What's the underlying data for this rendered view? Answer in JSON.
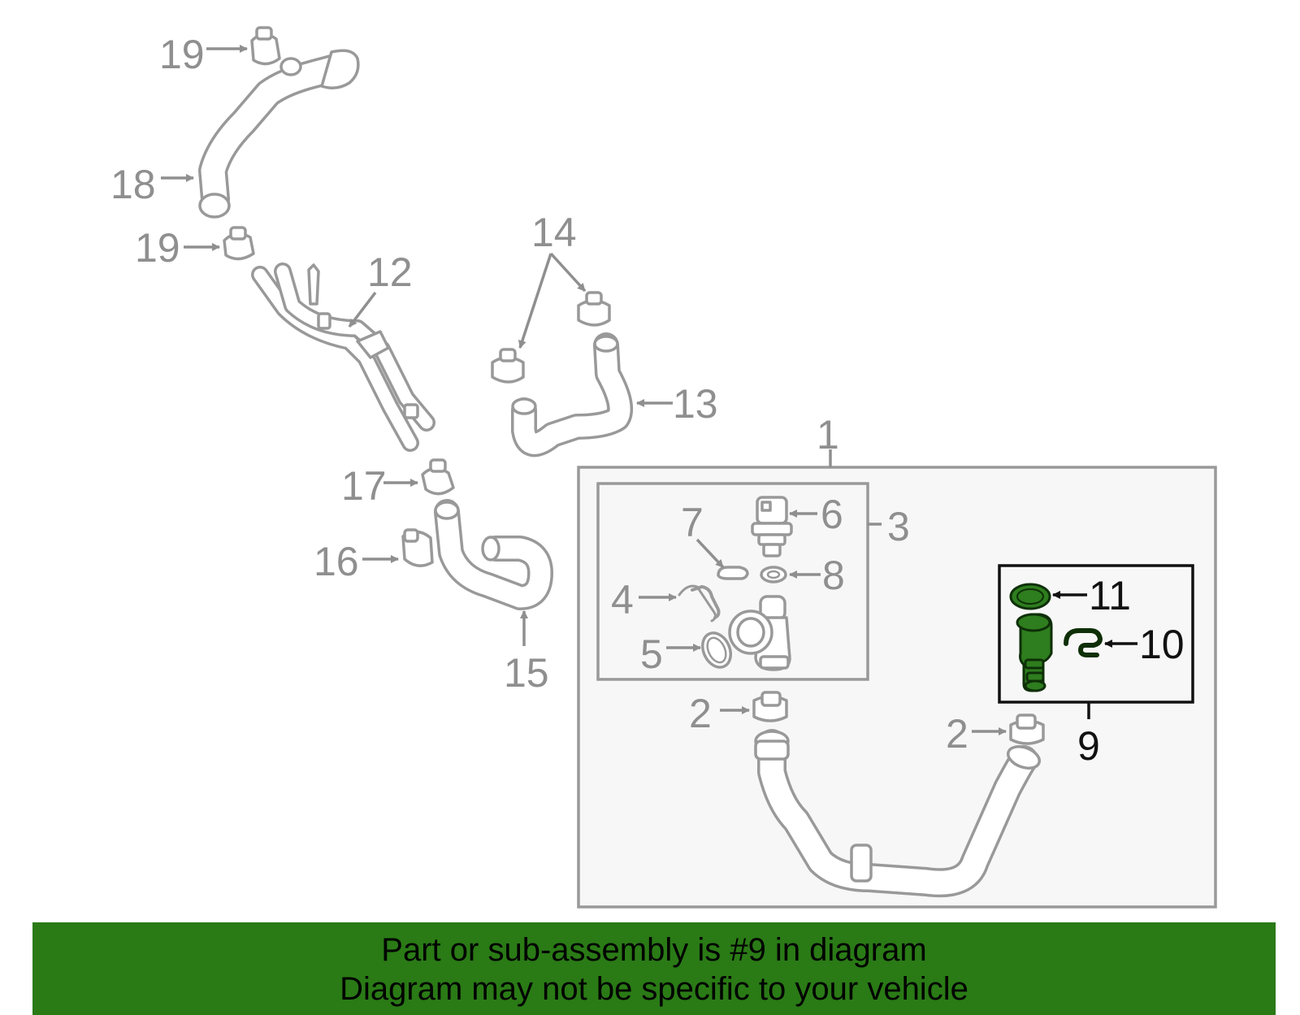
{
  "callouts": {
    "c1": "1",
    "c2a": "2",
    "c2b": "2",
    "c3": "3",
    "c4": "4",
    "c5": "5",
    "c6": "6",
    "c7": "7",
    "c8": "8",
    "c9": "9",
    "c10": "10",
    "c11": "11",
    "c12": "12",
    "c13": "13",
    "c14": "14",
    "c15": "15",
    "c16": "16",
    "c17": "17",
    "c18": "18",
    "c19a": "19",
    "c19b": "19"
  },
  "highlighted_callout": "9",
  "colors": {
    "line_gray": "#999999",
    "highlight_green": "#2e7d1e",
    "banner_green": "#2a7a16",
    "assembly_fill": "#f7f7f7"
  },
  "banner": {
    "line1": "Part or sub-assembly is #9 in diagram",
    "line2": "Diagram may not be specific to your vehicle"
  }
}
